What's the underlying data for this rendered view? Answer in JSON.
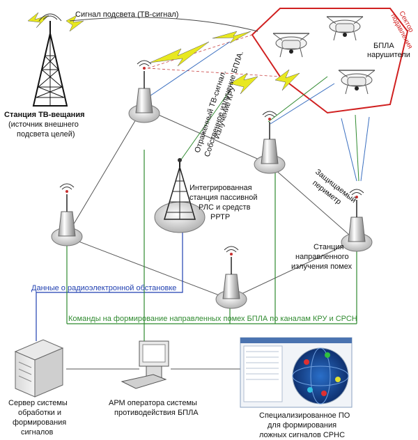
{
  "labels": {
    "tv_signal": "Сигнал подсвета (ТВ-сигнал)",
    "tv_station_title": "Станция ТВ-вещания",
    "tv_station_sub1": "(источник внешнего",
    "tv_station_sub2": "подсвета целей)",
    "sector_1": "Сектор",
    "sector_2": "подавления",
    "uav_1": "БПЛА",
    "uav_2": "нарушители",
    "reflected_1": "Отраженный ТВ-сигнал.",
    "reflected_2": "Собственное излучение БПЛА.",
    "reflected_3": "Излучение КРУ",
    "passive_1": "Интегрированная",
    "passive_2": "станция пассивной",
    "passive_3": "РЛС и средств",
    "passive_4": "РРТР",
    "perimeter_1": "Защищаемый",
    "perimeter_2": "периметр",
    "jammer_1": "Станция",
    "jammer_2": "направленного",
    "jammer_3": "излучения помех",
    "data_line": "Данные о радиоэлектронной обстановке",
    "commands_line": "Команды на формирование направленных помех БПЛА по каналам КРУ и СРСН",
    "server_1": "Сервер системы",
    "server_2": "обработки и",
    "server_3": "формирования",
    "server_4": "сигналов",
    "arm_1": "АРМ оператора системы",
    "arm_2": "противодействия БПЛА",
    "software_1": "Специализированное ПО",
    "software_2": "для формирования",
    "software_3": "ложных сигналов СРНС"
  },
  "colors": {
    "red": "#d02020",
    "blue": "#1f3fb0",
    "green": "#2f8a2f",
    "lightning": "#e8e820"
  }
}
